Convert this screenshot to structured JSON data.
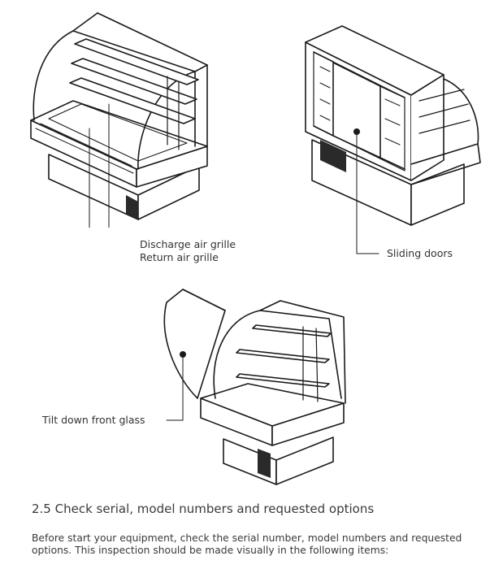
{
  "callouts": {
    "discharge": "Discharge air grille",
    "return": "Return air grille",
    "sliding": "Sliding doors",
    "tilt": "Tilt down front glass"
  },
  "section": {
    "heading": "2.5 Check serial, model numbers and requested options",
    "body": "Before start your equipment, check the serial number, model numbers and requested options. This inspection should be made visually in the following items:"
  }
}
